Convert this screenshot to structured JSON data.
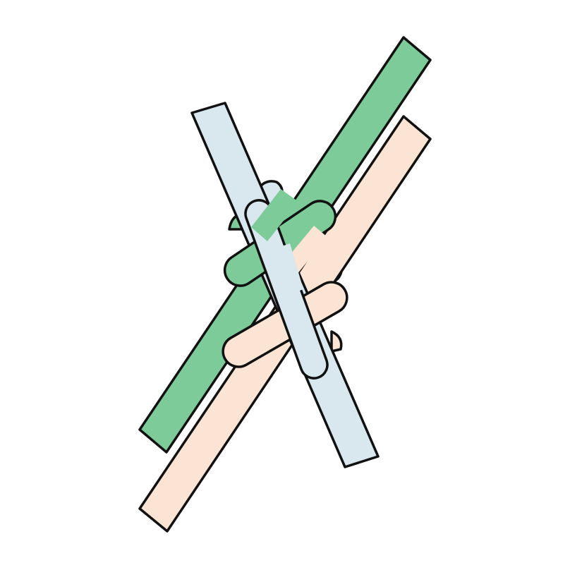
{
  "colors": {
    "background": "#ffffff",
    "outline": "#111111",
    "green": "#7ecb9a",
    "peach": "#fbe4d4",
    "blue": "#d8e8ee"
  },
  "shapes": [
    {
      "name": "green-long-bar",
      "kind": "long-bar",
      "color": "green"
    },
    {
      "name": "peach-long-bar",
      "kind": "long-bar",
      "color": "peach"
    },
    {
      "name": "blue-long-bar",
      "kind": "long-bar",
      "color": "blue"
    },
    {
      "name": "green-pill",
      "kind": "pill",
      "color": "green"
    },
    {
      "name": "peach-pill",
      "kind": "pill",
      "color": "peach"
    },
    {
      "name": "blue-pill",
      "kind": "pill",
      "color": "blue"
    }
  ]
}
